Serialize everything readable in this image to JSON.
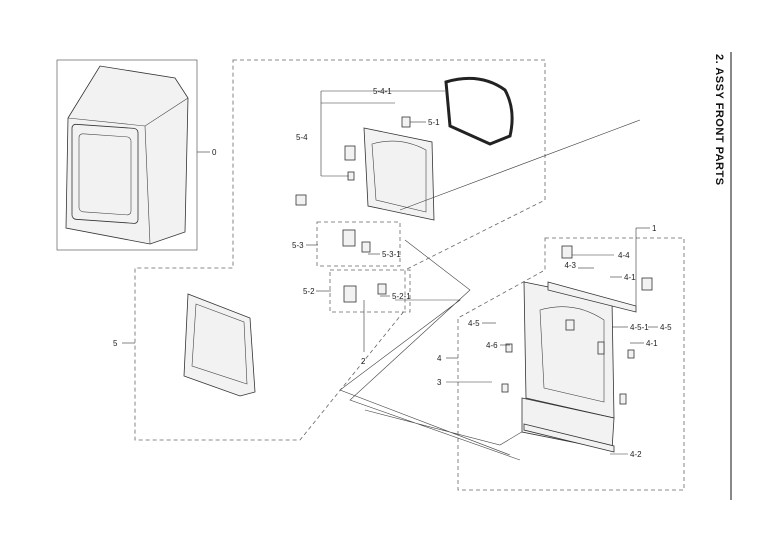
{
  "title": "2. ASSY FRONT PARTS",
  "callouts": {
    "c0": "0",
    "c1": "1",
    "c2": "2",
    "c3": "3",
    "c4": "4",
    "c5": "5",
    "c4_1a": "4-1",
    "c4_1b": "4-1",
    "c4_2": "4-2",
    "c4_3": "4-3",
    "c4_4": "4-4",
    "c4_5a": "4-5",
    "c4_5b": "4-5",
    "c4_5_1": "4-5-1",
    "c4_6": "4-6",
    "c5_1": "5-1",
    "c5_2": "5-2",
    "c5_2_1": "5-2-1",
    "c5_3": "5-3",
    "c5_3_1": "5-3-1",
    "c5_4": "5-4",
    "c5_4_1": "5-4-1"
  }
}
